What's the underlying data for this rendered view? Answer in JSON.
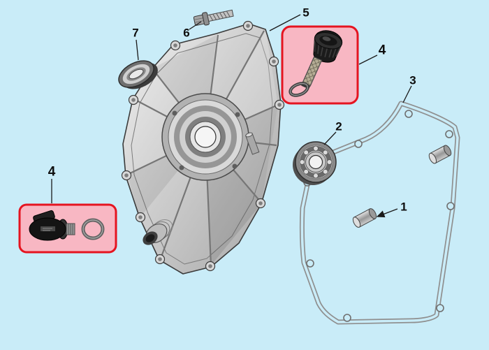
{
  "diagram": {
    "type": "exploded-parts-diagram",
    "subject": "engine-crankcase-cover-assembly",
    "background_color": "#c9ecf8",
    "highlight_fill": "#f8b7c3",
    "highlight_border": "#e51420",
    "line_color": "#1a1a1a"
  },
  "callouts": [
    {
      "number": "1"
    },
    {
      "number": "2"
    },
    {
      "number": "3"
    },
    {
      "number": "4"
    },
    {
      "number": "4"
    },
    {
      "number": "5"
    },
    {
      "number": "6"
    },
    {
      "number": "7"
    }
  ],
  "parts": [
    {
      "number": "1",
      "name": "dowel-pin"
    },
    {
      "number": "2",
      "name": "ball-bearing"
    },
    {
      "number": "3",
      "name": "cover-gasket"
    },
    {
      "number": "4",
      "name": "oil-filler-cap-with-o-ring",
      "highlighted": true
    },
    {
      "number": "5",
      "name": "crankcase-cover"
    },
    {
      "number": "6",
      "name": "flange-bolt"
    },
    {
      "number": "7",
      "name": "oil-seal"
    }
  ]
}
